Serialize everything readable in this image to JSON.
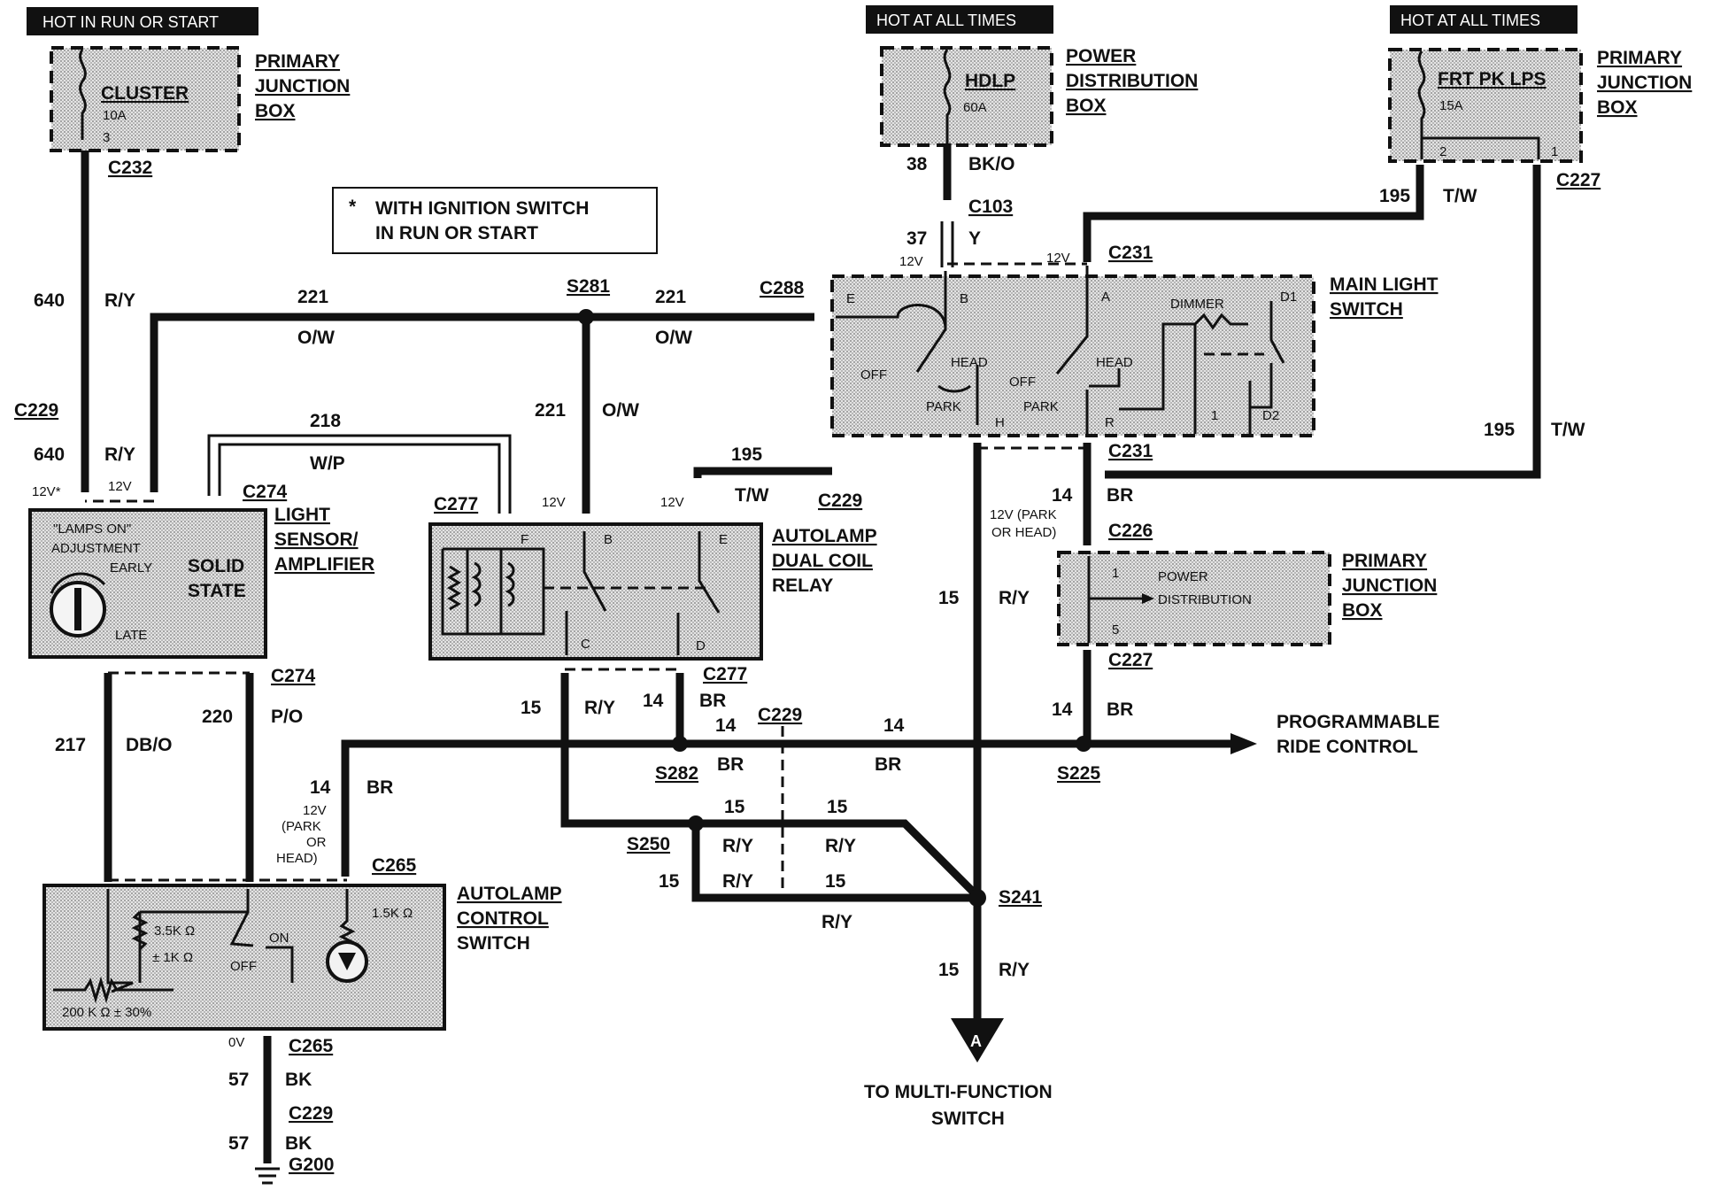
{
  "headers": {
    "hot_run_start": "HOT IN RUN OR START",
    "hot_all_times_1": "HOT AT ALL TIMES",
    "hot_all_times_2": "HOT AT ALL TIMES"
  },
  "note": {
    "star": "*",
    "line1": "WITH IGNITION SWITCH",
    "line2": "IN RUN OR START"
  },
  "boxes": {
    "pjb_cluster": {
      "fuse": "CLUSTER",
      "amps": "10A",
      "pin": "3",
      "title1": "PRIMARY",
      "title2": "JUNCTION",
      "title3": "BOX"
    },
    "pdb_hdlp": {
      "fuse": "HDLP",
      "amps": "60A",
      "title1": "POWER",
      "title2": "DISTRIBUTION",
      "title3": "BOX"
    },
    "pjb_frt": {
      "fuse": "FRT PK LPS",
      "amps": "15A",
      "pin2": "2",
      "pin1": "1",
      "title1": "PRIMARY",
      "title2": "JUNCTION",
      "title3": "BOX"
    },
    "main_light": {
      "title1": "MAIN LIGHT",
      "title2": "SWITCH",
      "e": "E",
      "b": "B",
      "a": "A",
      "dimmer": "DIMMER",
      "d1": "D1",
      "off1": "OFF",
      "head1": "HEAD",
      "park1": "PARK",
      "off2": "OFF",
      "head2": "HEAD",
      "park2": "PARK",
      "h": "H",
      "r": "R",
      "one": "1",
      "d2": "D2"
    },
    "light_sensor": {
      "title1": "LIGHT",
      "title2": "SENSOR/",
      "title3": "AMPLIFIER",
      "adj1": "\"LAMPS ON\"",
      "adj2": "ADJUSTMENT",
      "early": "EARLY",
      "late": "LATE",
      "solid": "SOLID",
      "state": "STATE"
    },
    "dual_coil": {
      "title1": "AUTOLAMP",
      "title2": "DUAL COIL",
      "title3": "RELAY",
      "f": "F",
      "b": "B",
      "e": "E",
      "c": "C",
      "d": "D"
    },
    "pjb_power": {
      "title1": "PRIMARY",
      "title2": "JUNCTION",
      "title3": "BOX",
      "p1": "1",
      "p5": "5",
      "text1": "POWER",
      "text2": "DISTRIBUTION"
    },
    "control_switch": {
      "title1": "AUTOLAMP",
      "title2": "CONTROL",
      "title3": "SWITCH",
      "r1": "3.5K Ω",
      "r1b": "± 1K Ω",
      "r2": "1.5K Ω",
      "on": "ON",
      "off": "OFF",
      "pot": "200 K Ω ± 30%"
    }
  },
  "connectors": {
    "c232": "C232",
    "c229a": "C229",
    "c274a": "C274",
    "c274b": "C274",
    "c277a": "C277",
    "c277b": "C277",
    "c229b": "C229",
    "c229c": "C229",
    "c103": "C103",
    "c231a": "C231",
    "c231b": "C231",
    "c227a": "C227",
    "c227b": "C227",
    "c226": "C226",
    "c288": "C288",
    "c265a": "C265",
    "c265b": "C265",
    "c229d": "C229",
    "s281": "S281",
    "s282": "S282",
    "s250": "S250",
    "s225": "S225",
    "s241": "S241",
    "g200": "G200"
  },
  "wires": {
    "w640a": "640",
    "w640b": "640",
    "ry": "R/Y",
    "w221a": "221",
    "w221b": "221",
    "w221c": "221",
    "ow": "O/W",
    "w218": "218",
    "wp": "W/P",
    "w195a": "195",
    "w195b": "195",
    "w195c": "195",
    "tw": "T/W",
    "w38": "38",
    "bko": "BK/O",
    "w37": "37",
    "y": "Y",
    "w14": "14",
    "br": "BR",
    "w15": "15",
    "w217": "217",
    "dbo": "DB/O",
    "w220": "220",
    "po": "P/O",
    "w57": "57",
    "bk": "BK"
  },
  "voltages": {
    "v12star": "12V*",
    "v12": "12V",
    "v0": "0V",
    "park_head_1": "12V (PARK",
    "park_head_2": "OR HEAD)",
    "ph_a": "12V",
    "ph_b": "(PARK",
    "ph_c": "OR",
    "ph_d": "HEAD)"
  },
  "destinations": {
    "prog1": "PROGRAMMABLE",
    "prog2": "RIDE CONTROL",
    "arrow_letter": "A",
    "multi1": "TO MULTI-FUNCTION",
    "multi2": "SWITCH"
  }
}
